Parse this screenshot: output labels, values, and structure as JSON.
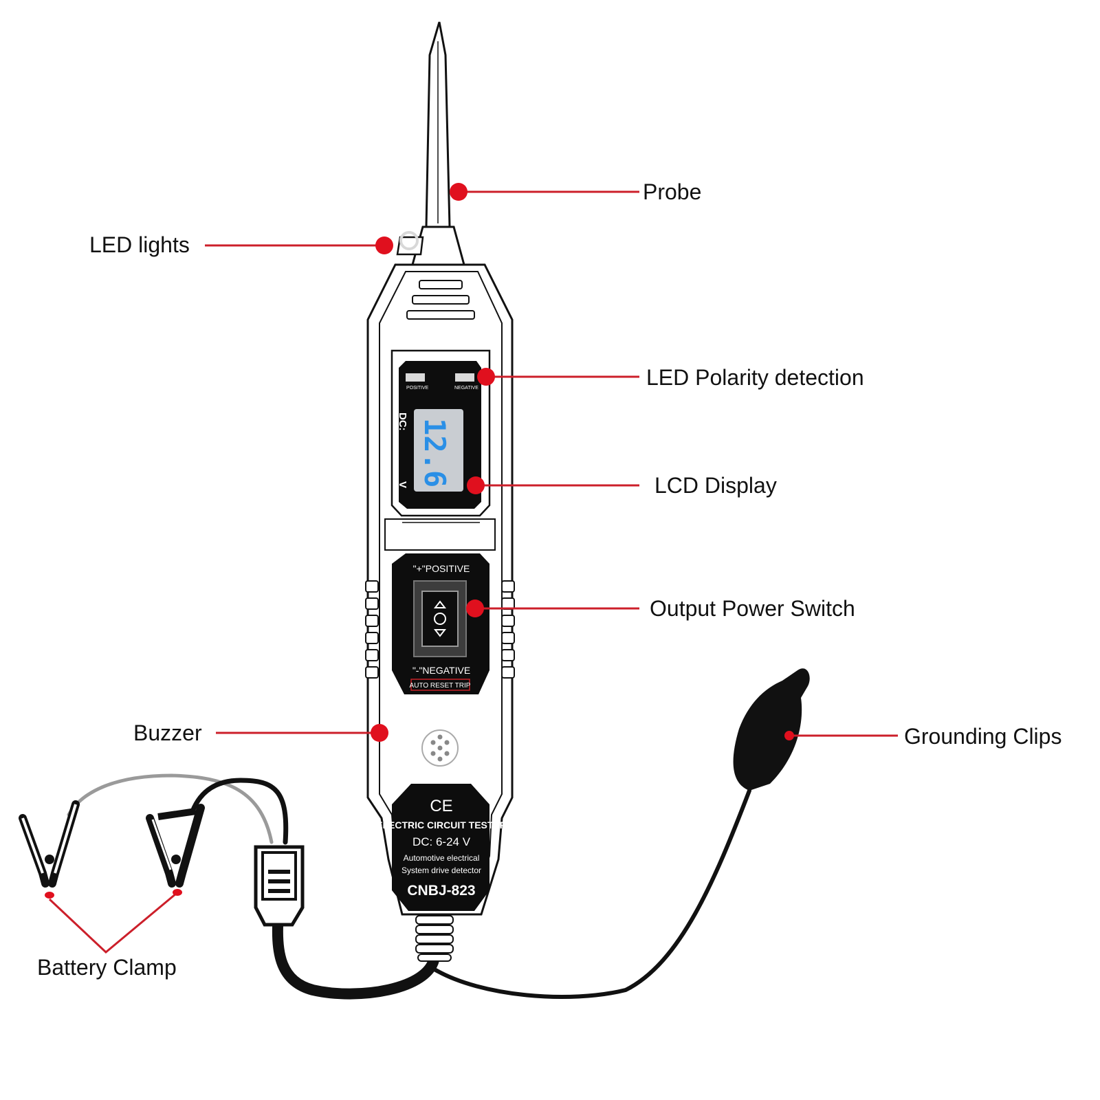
{
  "callouts": {
    "probe": "Probe",
    "led_lights": "LED lights",
    "led_polarity": "LED Polarity detection",
    "lcd_display": "LCD Display",
    "output_switch": "Output Power Switch",
    "buzzer": "Buzzer",
    "grounding_clips": "Grounding Clips",
    "battery_clamp": "Battery Clamp"
  },
  "device": {
    "indicator_positive": "POSITIVE",
    "indicator_negative": "NEGATIVE",
    "lcd_prefix": "DC:",
    "lcd_value": "12.6",
    "lcd_unit": "V",
    "switch_top": "\"+\"POSITIVE",
    "switch_bottom": "\"-\"NEGATIVE",
    "auto_reset": "AUTO RESET TRIP",
    "cert_marks": "CE",
    "product_name": "ELECTRIC CIRCUIT TESTER",
    "voltage_range": "DC: 6-24 V",
    "description_1": "Automotive electrical",
    "description_2": "System drive detector",
    "model": "CNBJ-823"
  },
  "colors": {
    "callout_line": "#cc1f2a",
    "callout_dot": "#e0101e",
    "panel_black": "#0d0d0d",
    "lcd_digits": "#2a8fe6",
    "lcd_bg": "#c9cdd2"
  }
}
